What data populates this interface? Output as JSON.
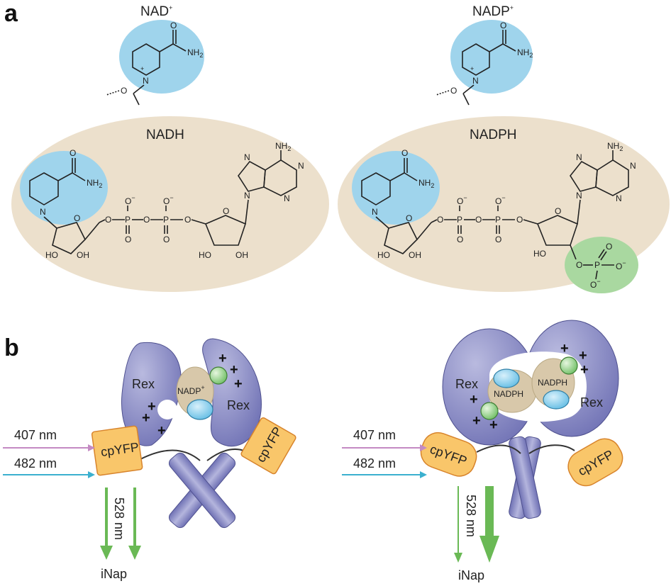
{
  "panels": {
    "a": "a",
    "b": "b"
  },
  "molecules": {
    "nad_plus": "NAD",
    "nadp_plus": "NADP",
    "plus_sup": "+",
    "nadh": "NADH",
    "nadph": "NADPH"
  },
  "atoms": {
    "O": "O",
    "N": "N",
    "P": "P",
    "NH": "NH",
    "two": "2",
    "O_minus": "O",
    "minus": "−",
    "HO": "HO",
    "OH": "OH",
    "N_plus": "N"
  },
  "sensor": {
    "rex": "Rex",
    "cpyfp": "cpYFP",
    "nadp_plus": "NADP",
    "nadph": "NADPH",
    "plus_sign": "+",
    "excite_1": "407 nm",
    "excite_2": "482 nm",
    "emission": "528 nm",
    "name": "iNap"
  },
  "colors": {
    "nicotinamide_blue": "#9fd4ec",
    "adenosine_beige": "#ece0cc",
    "phosphate_green": "#a9d8a0",
    "rex_purple": "#7d7fbf",
    "cpyfp_orange": "#f9c66a",
    "arrow_violet": "#c48ac3",
    "arrow_cyan": "#3bb0cf",
    "arrow_green": "#6ab955"
  }
}
